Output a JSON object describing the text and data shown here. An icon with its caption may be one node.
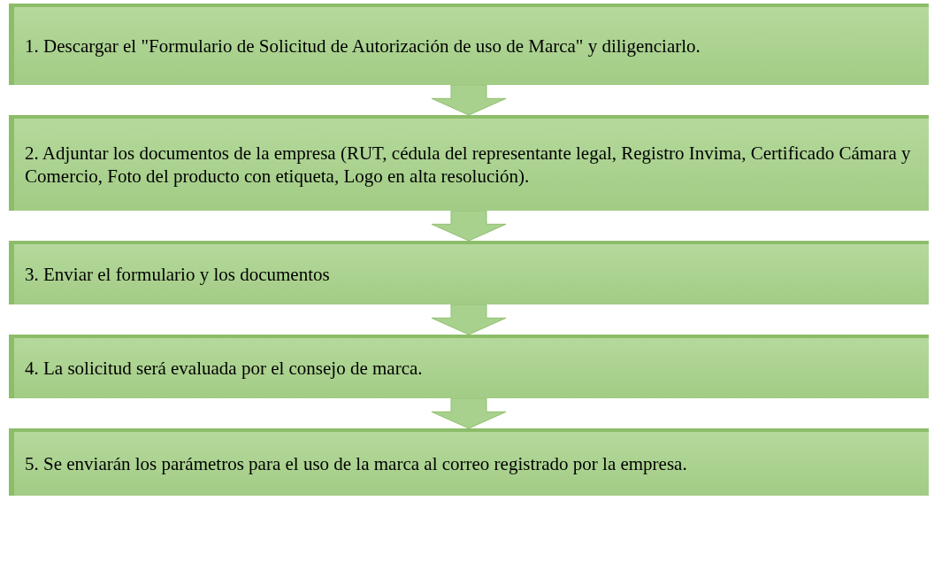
{
  "diagram": {
    "nodes": [
      {
        "text": [
          "1. Descargar el \"Formulario de Solicitud de Autorización de uso de Marca\" y diligenciarlo."
        ]
      },
      {
        "text": [
          "2. Adjuntar los documentos de la empresa (RUT, cédula del representante legal, Registro Invima, Certificado Cámara y Comercio, Foto del producto con etiqueta, Logo en alta resolución)."
        ]
      },
      {
        "text": [
          "3. Enviar el formulario y los documentos"
        ]
      },
      {
        "text": [
          "4. La solicitud será evaluada por el consejo de marca."
        ]
      },
      {
        "text": [
          "5. Se enviarán los parámetros para el uso de la marca al correo registrado por la empresa."
        ]
      }
    ],
    "edges": [
      {
        "from": 0,
        "to": 1,
        "arrow": "to"
      },
      {
        "from": 1,
        "to": 2,
        "arrow": "to"
      },
      {
        "from": 2,
        "to": 3,
        "arrow": "to"
      },
      {
        "from": 3,
        "to": 4,
        "arrow": "to"
      }
    ]
  }
}
